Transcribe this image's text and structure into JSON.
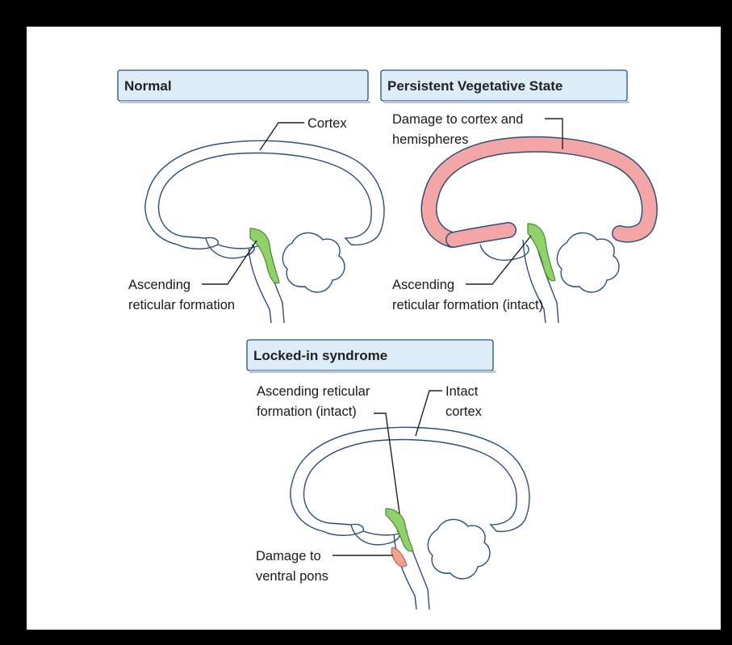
{
  "panels": {
    "normal": {
      "title": "Normal",
      "cortex_label": "Cortex",
      "arf_label_1": "Ascending",
      "arf_label_2": "reticular formation"
    },
    "pvs": {
      "title": "Persistent Vegetative State",
      "damage_label_1": "Damage to cortex and",
      "damage_label_2": "hemispheres",
      "arf_label_1": "Ascending",
      "arf_label_2": "reticular formation (intact)"
    },
    "locked_in": {
      "title": "Locked-in syndrome",
      "arf_label_1": "Ascending reticular",
      "arf_label_2": "formation (intact)",
      "cortex_label_1": "Intact",
      "cortex_label_2": "cortex",
      "pons_label_1": "Damage to",
      "pons_label_2": "ventral pons"
    }
  },
  "colors": {
    "title_box_fill": "#dcedf9",
    "outline": "#2a4f7a",
    "reticular_formation": "#8fd16a",
    "damaged_cortex": "#f4a6a6",
    "damaged_pons": "#f2a090"
  }
}
